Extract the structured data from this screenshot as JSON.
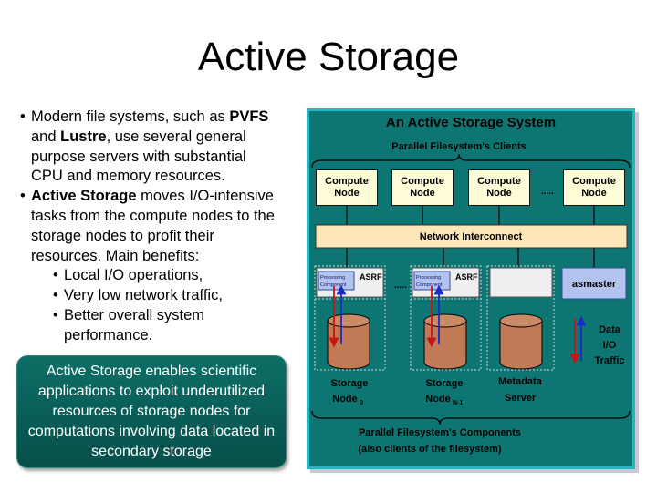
{
  "slide": {
    "title": "Active Storage",
    "bullets": {
      "b1_line1": "Modern file systems, such as ",
      "b1_pvfs": "PVFS",
      "b1_line2a": "and ",
      "b1_lustre": "Lustre",
      "b1_line2b": ", use several general",
      "b1_line3": "purpose servers with substantial",
      "b1_line4": "CPU and memory resources.",
      "b2_bold": "Active Storage",
      "b2_line1": " moves I/O-intensive",
      "b2_line2": "tasks from the compute nodes to the",
      "b2_line3": "storage nodes to profit their",
      "b2_line4": "resources. Main benefits:",
      "sub1": "Local I/O operations,",
      "sub2": "Very low network traffic,",
      "sub3_line1": "Better overall system",
      "sub3_line2": "performance."
    },
    "callout": "Active Storage enables scientific applications to exploit underutilized resources of storage nodes for computations involving data located in secondary storage"
  },
  "diagram": {
    "title": "An Active Storage System",
    "clients_label": "Parallel Filesystem's Clients",
    "compute_node": [
      "Compute",
      "Node"
    ],
    "ellipsis": ".....",
    "network": "Network Interconnect",
    "processing": [
      "Processing",
      "Component"
    ],
    "asrf": "ASRF",
    "asmaster": "asmaster",
    "legend": [
      "Data",
      "I/O",
      "Traffic"
    ],
    "storage_word": "Storage",
    "node_word": "Node",
    "sub0": "0",
    "subN": "N-1",
    "metadata": [
      "Metadata",
      "Server"
    ],
    "components": [
      "Parallel Filesystem's Components",
      "(also clients of the filesystem)"
    ],
    "colors": {
      "panel": "#0e7672",
      "border": "#25b7c0",
      "node_fill": "#fffed8",
      "network": "#fde7b9",
      "drum": "#c07a55",
      "arrow_red": "#c81414",
      "arrow_blue": "#1a2ac8"
    }
  }
}
